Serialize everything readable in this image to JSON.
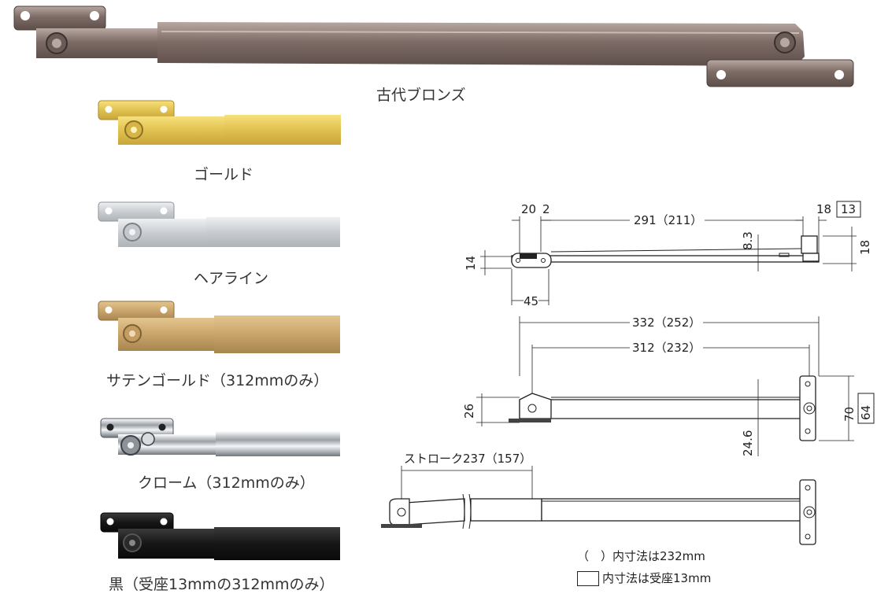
{
  "finishes": [
    {
      "label": "古代ブロンズ",
      "color": "#8a7670"
    },
    {
      "label": "ゴールド",
      "color": "#e3c75a"
    },
    {
      "label": "ヘアライン",
      "color": "#cfd3d6"
    },
    {
      "label": "サテンゴールド（312mmのみ）",
      "color": "#c9a46b"
    },
    {
      "label": "クローム（312mmのみ）",
      "color": "#e6e8ea"
    },
    {
      "label": "黒（受座13mmの312mmのみ）",
      "color": "#1c1c1c"
    }
  ],
  "drawing": {
    "top_view": {
      "d1": "20",
      "d2": "2",
      "d3": "291（211）",
      "d4": "18",
      "d4_box": "13",
      "d5": "8.3",
      "d6": "18",
      "d7": "14",
      "d8": "45"
    },
    "side_view": {
      "d1": "332（252）",
      "d2": "312（232）",
      "d3": "26",
      "d4": "24.6",
      "d5": "70",
      "d5_box": "64"
    },
    "open_view": {
      "stroke": "ストローク237（157）"
    }
  },
  "notes": {
    "paren_note": "（　）内寸法は232mm",
    "box_note": "内寸法は受座13mm"
  }
}
